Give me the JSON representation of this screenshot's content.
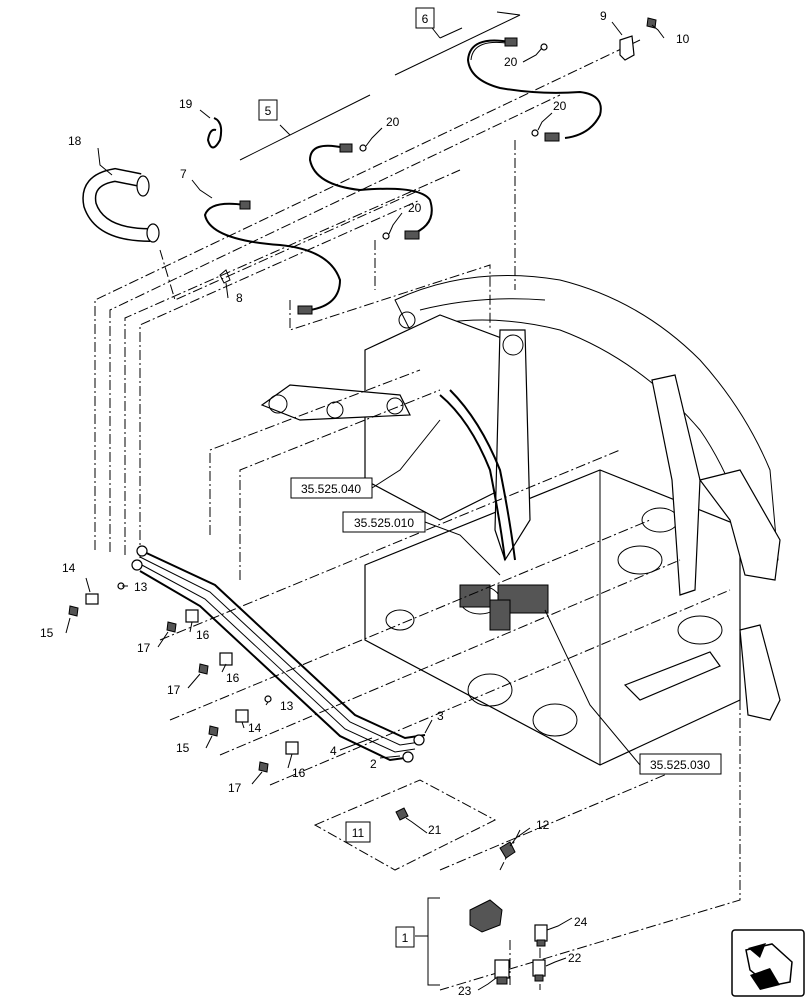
{
  "callouts": {
    "c1": "1",
    "c2": "2",
    "c3": "3",
    "c4": "4",
    "c5": "5",
    "c6": "6",
    "c7": "7",
    "c8": "8",
    "c9": "9",
    "c10": "10",
    "c11": "11",
    "c12": "12",
    "c13a": "13",
    "c13b": "13",
    "c14a": "14",
    "c14b": "14",
    "c15a": "15",
    "c15b": "15",
    "c16a": "16",
    "c16b": "16",
    "c16c": "16",
    "c17a": "17",
    "c17b": "17",
    "c17c": "17",
    "c18": "18",
    "c19": "19",
    "c20a": "20",
    "c20b": "20",
    "c20c": "20",
    "c20d": "20",
    "c21": "21",
    "c22": "22",
    "c23": "23",
    "c24": "24"
  },
  "references": {
    "r040": "35.525.040",
    "r010": "35.525.010",
    "r030": "35.525.030"
  },
  "icons": {
    "orientation": "orientation-arrow-icon"
  }
}
